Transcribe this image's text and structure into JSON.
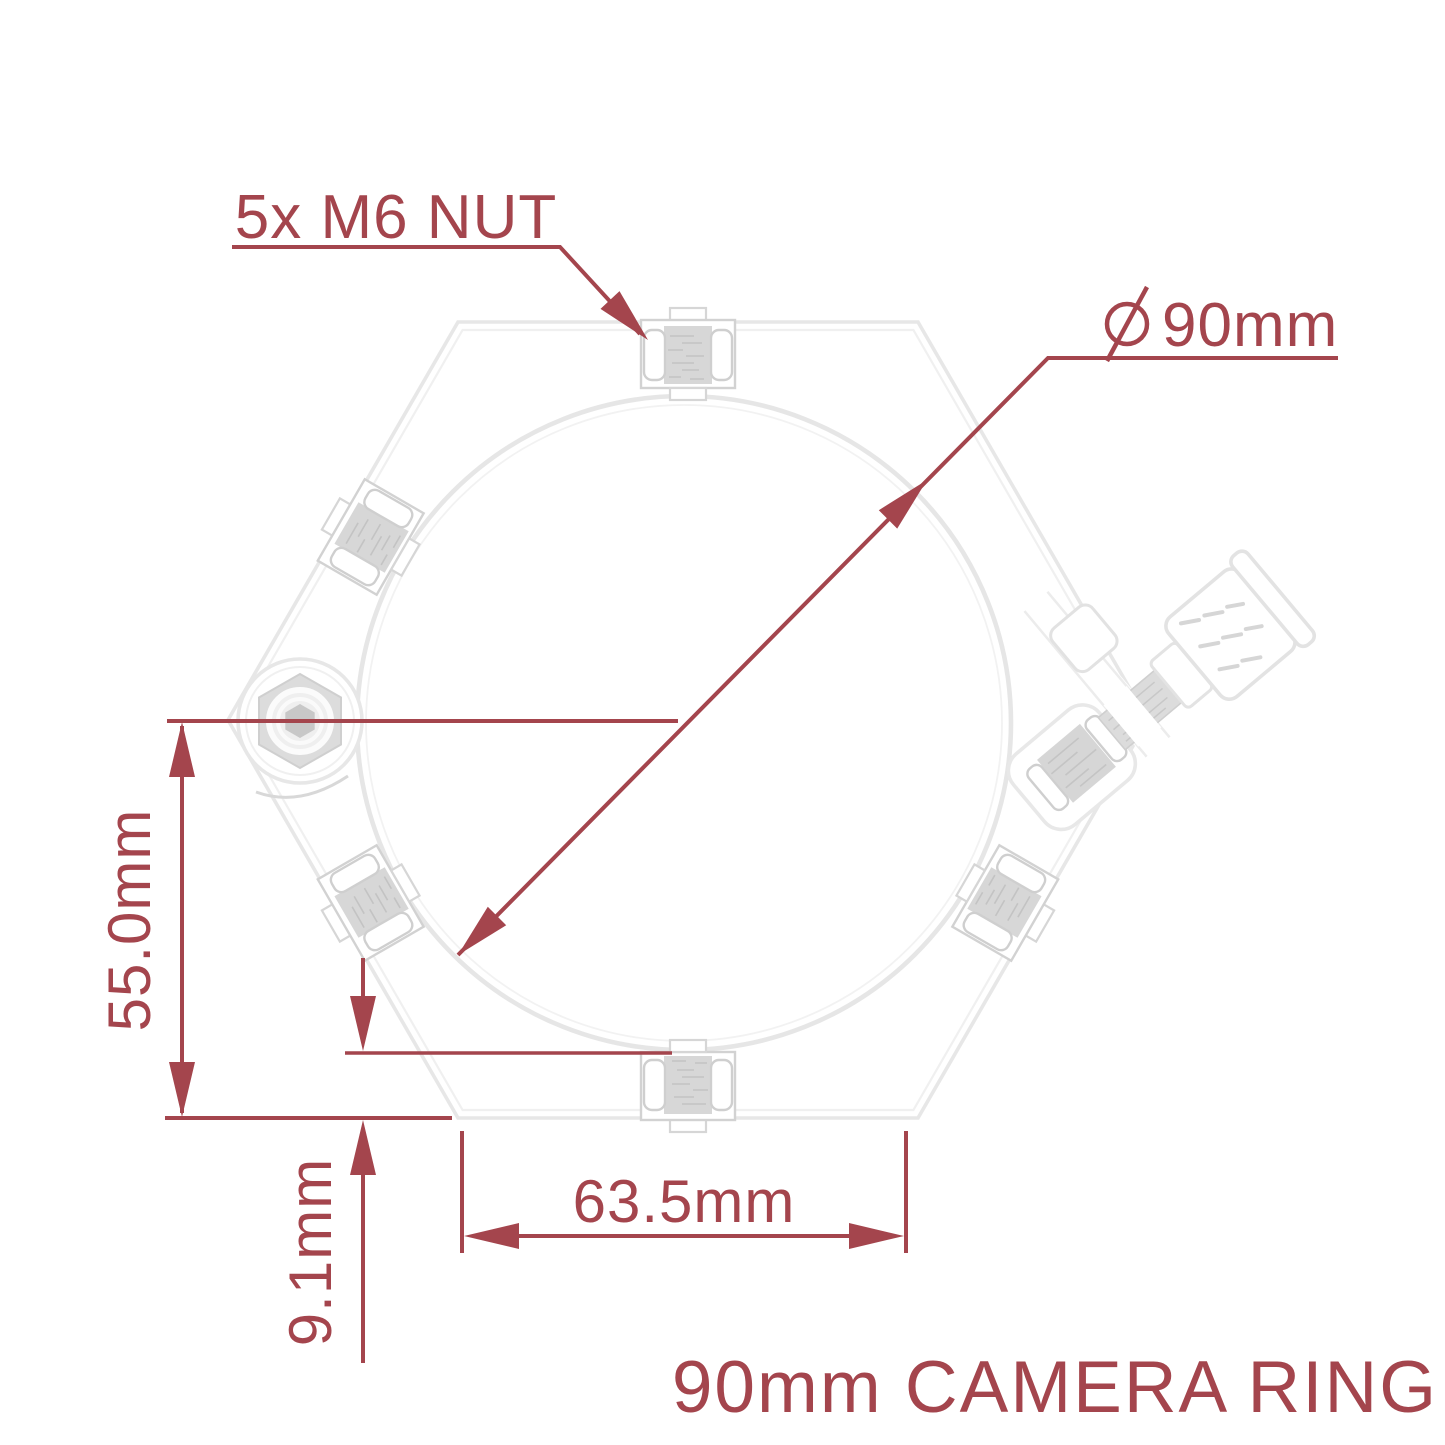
{
  "title": "90mm CAMERA RING",
  "labels": {
    "nut_callout": "5x M6 NUT",
    "diameter_symbol": "⌀",
    "diameter_value": "90mm"
  },
  "dimensions": {
    "height": "55.0mm",
    "offset": "9.1mm",
    "width": "63.5mm"
  },
  "drawing": {
    "part": "hexagonal camera ring, top view",
    "nut_count": 5,
    "inner_diameter": "90mm"
  },
  "colors": {
    "annotation_red": "#A4454D",
    "line_gray": "#E7E7E7",
    "thread_fill": "#D7D7D7",
    "background": "#FFFFFF"
  }
}
